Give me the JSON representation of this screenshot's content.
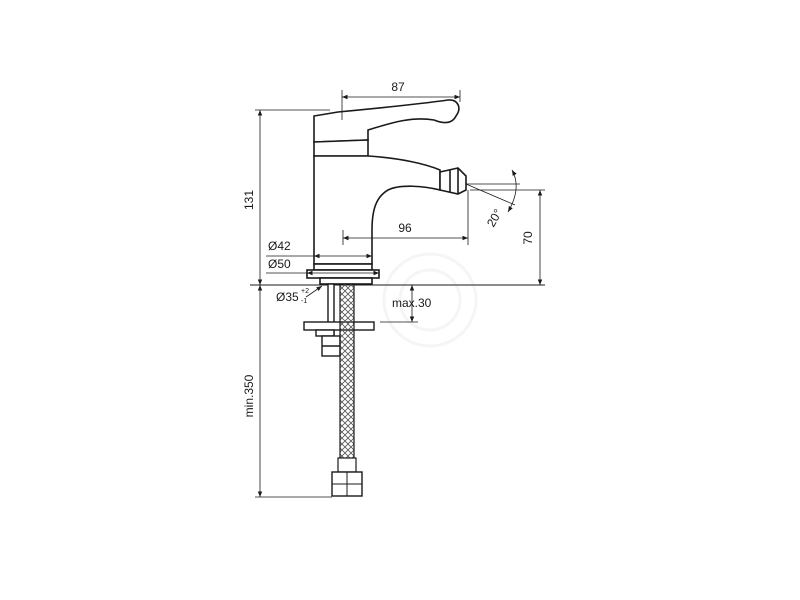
{
  "dimensions": {
    "handle_length": "87",
    "total_height": "131",
    "spout_reach": "96",
    "spout_height": "70",
    "spout_angle": "20°",
    "diameter_inner": "Ø42",
    "diameter_outer": "Ø50",
    "hole_diameter": "Ø35",
    "hole_tolerance_plus": "+2",
    "hole_tolerance_minus": "-1",
    "max_thickness": "max.30",
    "hose_length": "min.350"
  }
}
